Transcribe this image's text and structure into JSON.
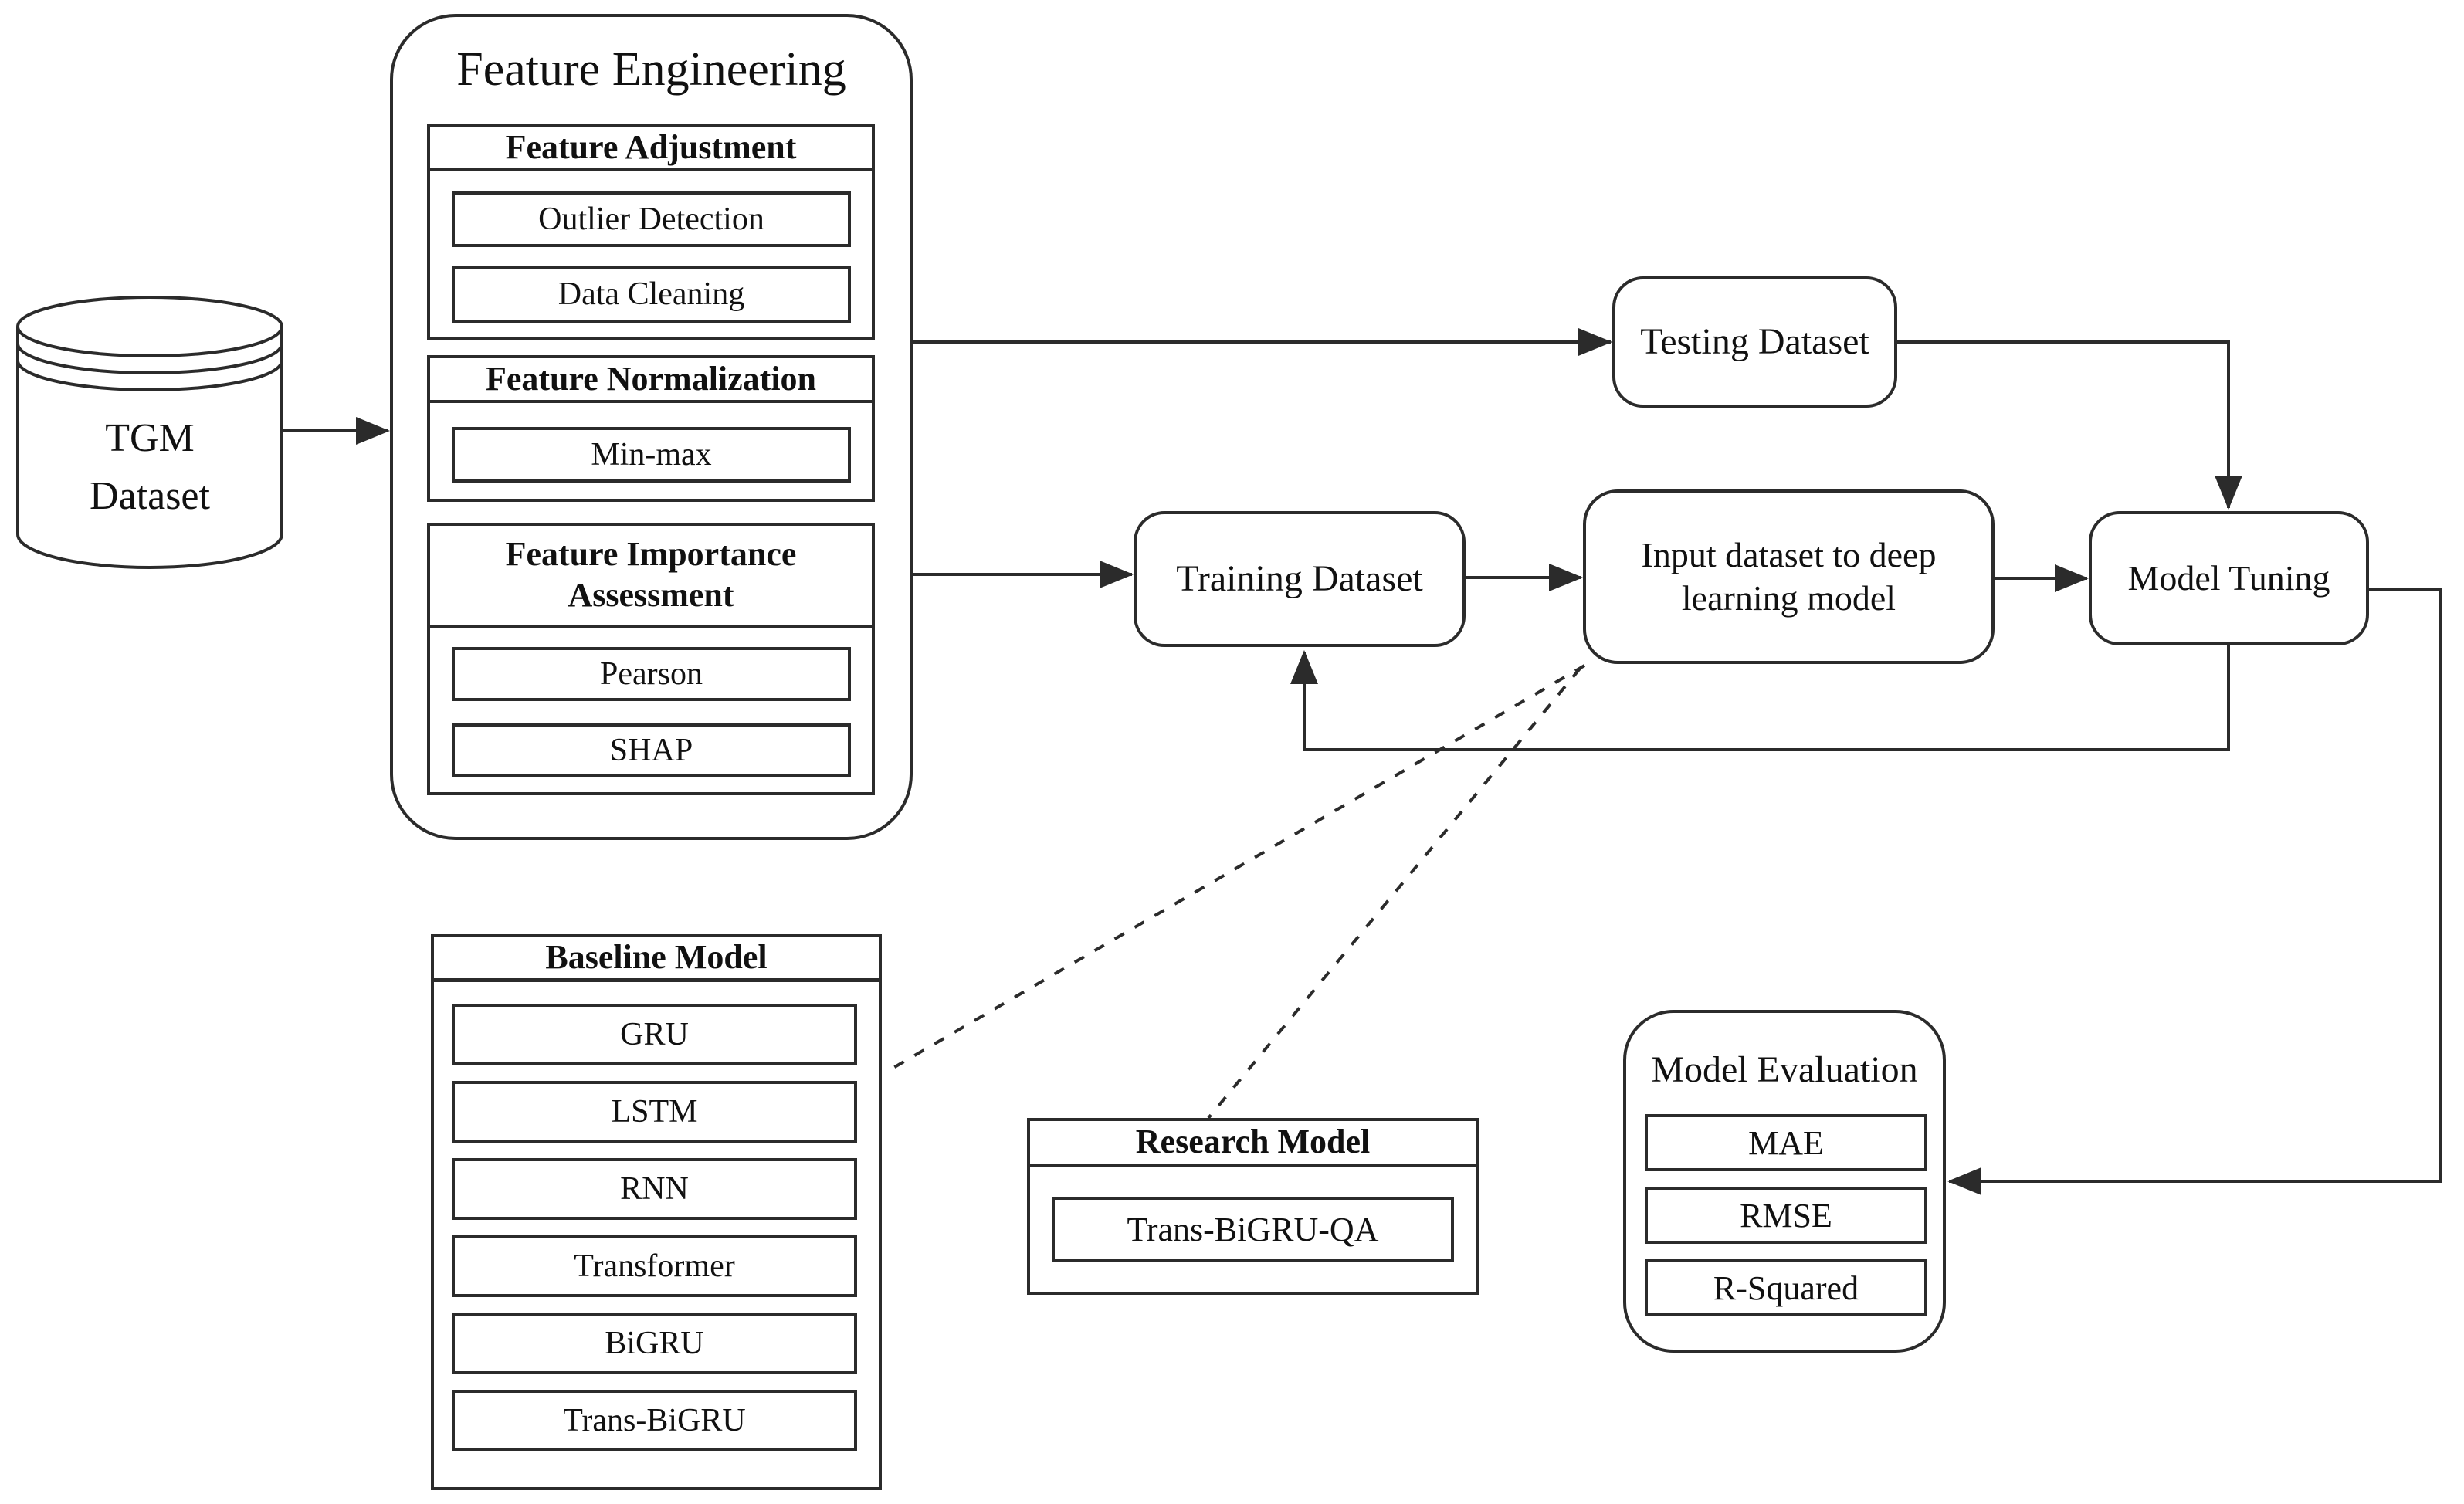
{
  "colors": {
    "line": "#2b2b2b",
    "text": "#111111",
    "background": "#ffffff"
  },
  "database": {
    "label": "TGM Dataset"
  },
  "feature_engineering": {
    "title": "Feature Engineering",
    "sections": [
      {
        "title": "Feature Adjustment",
        "items": [
          "Outlier Detection",
          "Data Cleaning"
        ]
      },
      {
        "title": "Feature Normalization",
        "items": [
          "Min-max"
        ]
      },
      {
        "title": "Feature Importance Assessment",
        "items": [
          "Pearson",
          "SHAP"
        ]
      }
    ]
  },
  "nodes": {
    "testing": "Testing Dataset",
    "training": "Training Dataset",
    "input": "Input dataset to deep learning model",
    "tuning": "Model Tuning"
  },
  "baseline_model": {
    "title": "Baseline Model",
    "items": [
      "GRU",
      "LSTM",
      "RNN",
      "Transformer",
      "BiGRU",
      "Trans-BiGRU"
    ]
  },
  "research_model": {
    "title": "Research Model",
    "items": [
      "Trans-BiGRU-QA"
    ]
  },
  "model_evaluation": {
    "title": "Model Evaluation",
    "items": [
      "MAE",
      "RMSE",
      "R-Squared"
    ]
  }
}
